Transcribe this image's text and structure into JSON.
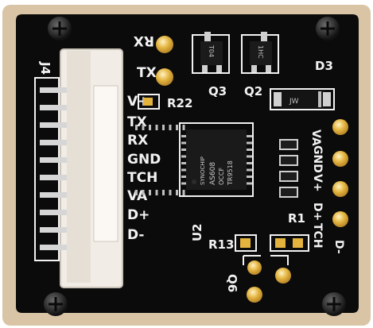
{
  "board": {
    "connector_label": "J4",
    "connector_pins": [
      "V+",
      "TX",
      "RX",
      "GND",
      "TCH",
      "VA",
      "D+",
      "D-"
    ],
    "top_uart": {
      "rx": "RX",
      "tx": "TX"
    },
    "refdes": {
      "r22": "R22",
      "q3": "Q3",
      "q2": "Q2",
      "d3": "D3",
      "u2": "U2",
      "r13": "R13",
      "r1": "R1",
      "q6": "Q6"
    },
    "transistor_marks": {
      "q3": "T04",
      "q2": "1HC"
    },
    "diode_mark": "JW",
    "chip_lines": [
      "SYNOCHIP",
      "AS608",
      "OCCF",
      "TR9518"
    ],
    "right_pads": [
      "VA",
      "GND",
      "V+",
      "D+",
      "TCH",
      "D-"
    ]
  },
  "colors": {
    "pcb": "#0b0b0b",
    "silkscreen": "#f2f2f2",
    "gold_pad": "#e3b33e",
    "tan_backing": "#d9c5a6",
    "connector": "#f1ece6"
  }
}
